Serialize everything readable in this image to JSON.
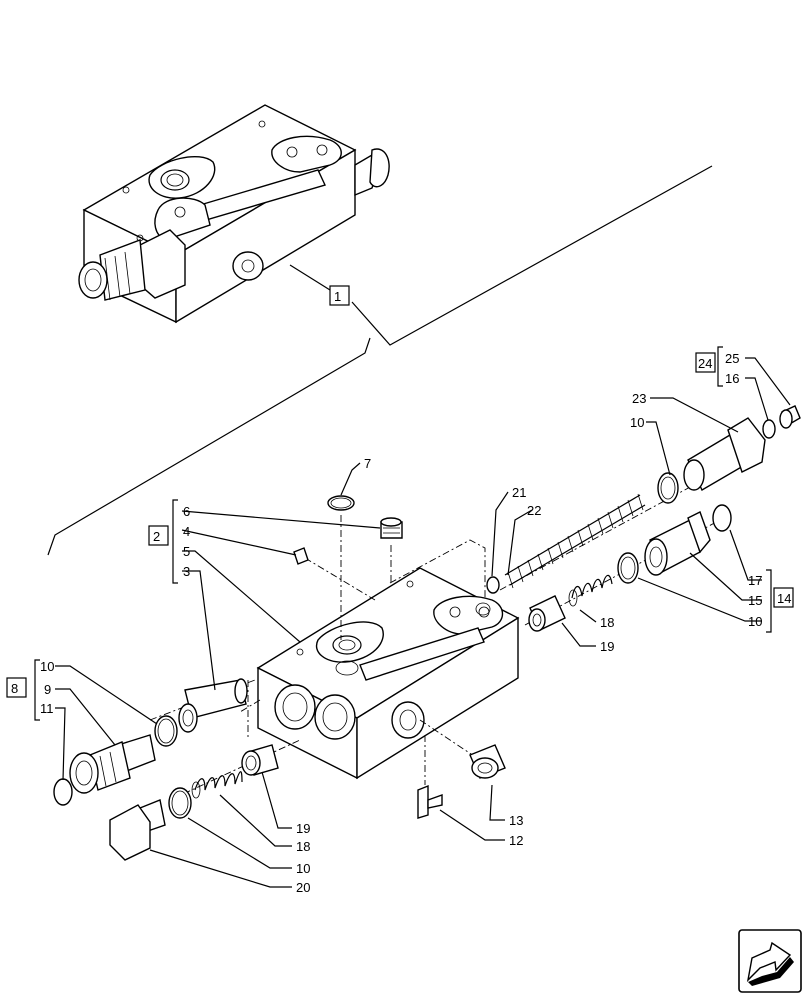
{
  "callouts": [
    {
      "id": "c1",
      "text": "1"
    },
    {
      "id": "c2",
      "text": "2"
    },
    {
      "id": "c3",
      "text": "3"
    },
    {
      "id": "c4",
      "text": "4"
    },
    {
      "id": "c5",
      "text": "5"
    },
    {
      "id": "c6",
      "text": "6"
    },
    {
      "id": "c7",
      "text": "7"
    },
    {
      "id": "c8",
      "text": "8"
    },
    {
      "id": "c9",
      "text": "9"
    },
    {
      "id": "c10a",
      "text": "10"
    },
    {
      "id": "c10b",
      "text": "10"
    },
    {
      "id": "c10c",
      "text": "10"
    },
    {
      "id": "c10d",
      "text": "10"
    },
    {
      "id": "c11",
      "text": "11"
    },
    {
      "id": "c12",
      "text": "12"
    },
    {
      "id": "c13",
      "text": "13"
    },
    {
      "id": "c14",
      "text": "14"
    },
    {
      "id": "c15",
      "text": "15"
    },
    {
      "id": "c16",
      "text": "16"
    },
    {
      "id": "c17",
      "text": "17"
    },
    {
      "id": "c18a",
      "text": "18"
    },
    {
      "id": "c18b",
      "text": "18"
    },
    {
      "id": "c19a",
      "text": "19"
    },
    {
      "id": "c19b",
      "text": "19"
    },
    {
      "id": "c20",
      "text": "20"
    },
    {
      "id": "c21",
      "text": "21"
    },
    {
      "id": "c22",
      "text": "22"
    },
    {
      "id": "c23",
      "text": "23"
    },
    {
      "id": "c24",
      "text": "24"
    },
    {
      "id": "c25",
      "text": "25"
    }
  ],
  "icons": {
    "navigation": "exit-arrow-icon"
  }
}
